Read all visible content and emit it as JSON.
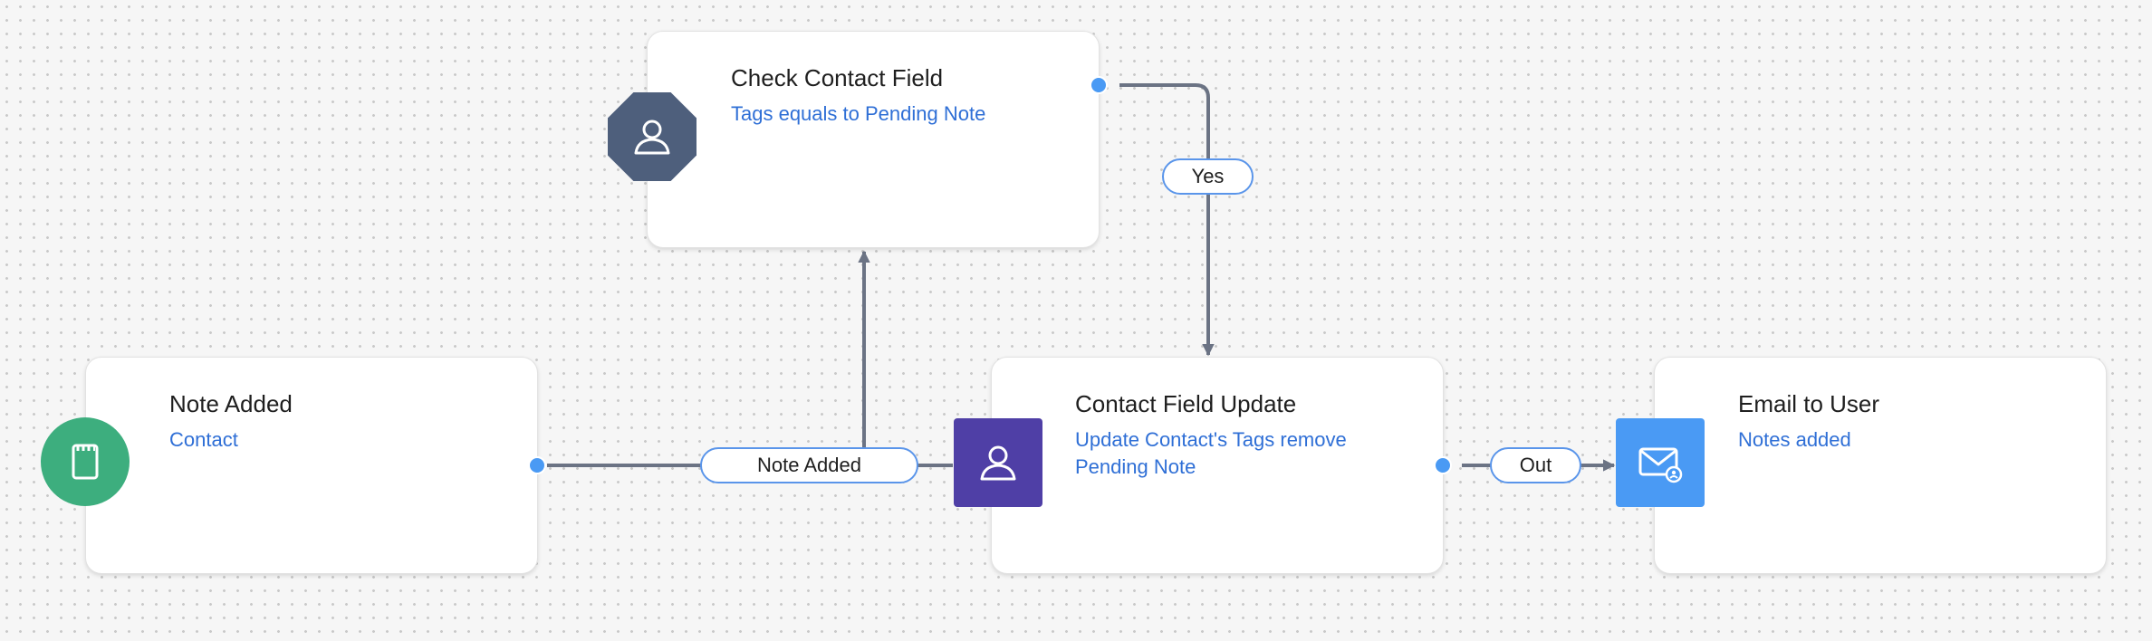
{
  "nodes": {
    "note_added": {
      "title": "Note Added",
      "detail": "Contact",
      "icon": "notepad-icon",
      "color": "#3dae7e"
    },
    "check_contact_field": {
      "title": "Check Contact Field",
      "detail": "Tags equals to Pending Note",
      "icon": "contact-person-icon",
      "color": "#4e5f7c"
    },
    "contact_field_update": {
      "title": "Contact Field Update",
      "detail": "Update Contact's Tags remove\n  Pending Note",
      "icon": "contact-person-icon",
      "color": "#4f3fa6"
    },
    "email_to_user": {
      "title": "Email to User",
      "detail": "Notes added",
      "icon": "envelope-user-icon",
      "color": "#4a9af4"
    }
  },
  "edges": {
    "note_added_label": "Note Added",
    "yes_label": "Yes",
    "out_label": "Out"
  },
  "colors": {
    "connector": "#6b7384",
    "port": "#4a9af4",
    "detail_text": "#2f6fd6"
  }
}
